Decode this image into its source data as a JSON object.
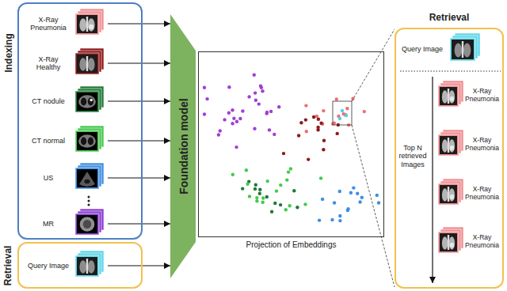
{
  "diagram": {
    "nodes": [
      {
        "text": [
          "Indexing"
        ]
      },
      {
        "text": [
          "X-Ray Pneumonia"
        ],
        "in": 0
      },
      {
        "text": [
          "X-Ray Healthy"
        ],
        "in": 0
      },
      {
        "text": [
          "CT nodule"
        ],
        "in": 0
      },
      {
        "text": [
          "CT normal"
        ],
        "in": 0
      },
      {
        "text": [
          "US"
        ],
        "in": 0
      },
      {
        "text": [
          "MR"
        ],
        "in": 0
      },
      {
        "text": [
          "Retrieval"
        ]
      },
      {
        "text": [
          "Query Image"
        ],
        "in": 7
      },
      {
        "text": [
          "Foundation model"
        ]
      },
      {
        "text": [
          "Projection of Embeddings"
        ]
      },
      {
        "text": [
          "Retrieval"
        ]
      },
      {
        "text": [
          "Query Image"
        ],
        "in": 11
      },
      {
        "text": [
          "X-Ray Pneumonia"
        ],
        "in": 11
      },
      {
        "text": [
          "X-Ray Pneumonia"
        ],
        "in": 11
      },
      {
        "text": [
          "X-Ray Pneumonia"
        ],
        "in": 11
      },
      {
        "text": [
          "X-Ray Pneumonia"
        ],
        "in": 11
      }
    ],
    "edges": [
      {
        "from": 1,
        "to": 9,
        "arrow": "to"
      },
      {
        "from": 2,
        "to": 9,
        "arrow": "to"
      },
      {
        "from": 3,
        "to": 9,
        "arrow": "to"
      },
      {
        "from": 4,
        "to": 9,
        "arrow": "to"
      },
      {
        "from": 5,
        "to": 9,
        "arrow": "to"
      },
      {
        "from": 6,
        "to": 9,
        "arrow": "to"
      },
      {
        "from": 8,
        "to": 9,
        "arrow": "to"
      }
    ],
    "labels": [
      "Top N retrieved Images"
    ]
  }
}
